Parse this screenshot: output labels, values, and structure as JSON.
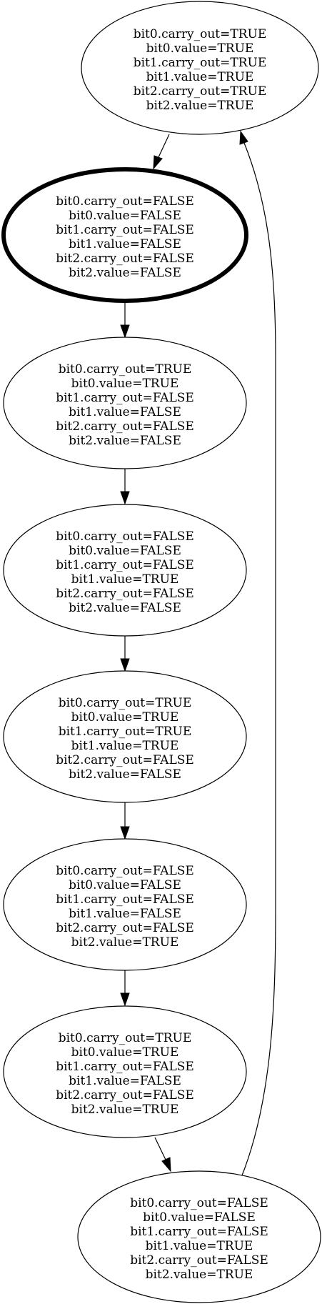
{
  "states": [
    {
      "id": "s0",
      "lines": [
        "bit0.carry_out=TRUE",
        "bit0.value=TRUE",
        "bit1.carry_out=TRUE",
        "bit1.value=TRUE",
        "bit2.carry_out=TRUE",
        "bit2.value=TRUE"
      ],
      "initial": false
    },
    {
      "id": "s1",
      "lines": [
        "bit0.carry_out=FALSE",
        "bit0.value=FALSE",
        "bit1.carry_out=FALSE",
        "bit1.value=FALSE",
        "bit2.carry_out=FALSE",
        "bit2.value=FALSE"
      ],
      "initial": true
    },
    {
      "id": "s2",
      "lines": [
        "bit0.carry_out=TRUE",
        "bit0.value=TRUE",
        "bit1.carry_out=FALSE",
        "bit1.value=FALSE",
        "bit2.carry_out=FALSE",
        "bit2.value=FALSE"
      ],
      "initial": false
    },
    {
      "id": "s3",
      "lines": [
        "bit0.carry_out=FALSE",
        "bit0.value=FALSE",
        "bit1.carry_out=FALSE",
        "bit1.value=TRUE",
        "bit2.carry_out=FALSE",
        "bit2.value=FALSE"
      ],
      "initial": false
    },
    {
      "id": "s4",
      "lines": [
        "bit0.carry_out=TRUE",
        "bit0.value=TRUE",
        "bit1.carry_out=TRUE",
        "bit1.value=TRUE",
        "bit2.carry_out=FALSE",
        "bit2.value=FALSE"
      ],
      "initial": false
    },
    {
      "id": "s5",
      "lines": [
        "bit0.carry_out=FALSE",
        "bit0.value=FALSE",
        "bit1.carry_out=FALSE",
        "bit1.value=FALSE",
        "bit2.carry_out=FALSE",
        "bit2.value=TRUE"
      ],
      "initial": false
    },
    {
      "id": "s6",
      "lines": [
        "bit0.carry_out=TRUE",
        "bit0.value=TRUE",
        "bit1.carry_out=FALSE",
        "bit1.value=FALSE",
        "bit2.carry_out=FALSE",
        "bit2.value=TRUE"
      ],
      "initial": false
    },
    {
      "id": "s7",
      "lines": [
        "bit0.carry_out=FALSE",
        "bit0.value=FALSE",
        "bit1.carry_out=FALSE",
        "bit1.value=TRUE",
        "bit2.carry_out=FALSE",
        "bit2.value=TRUE"
      ],
      "initial": false
    }
  ],
  "transitions": [
    {
      "from": "s0",
      "to": "s1"
    },
    {
      "from": "s1",
      "to": "s2"
    },
    {
      "from": "s2",
      "to": "s3"
    },
    {
      "from": "s3",
      "to": "s4"
    },
    {
      "from": "s4",
      "to": "s5"
    },
    {
      "from": "s5",
      "to": "s6"
    },
    {
      "from": "s6",
      "to": "s7"
    },
    {
      "from": "s7",
      "to": "s0"
    }
  ]
}
